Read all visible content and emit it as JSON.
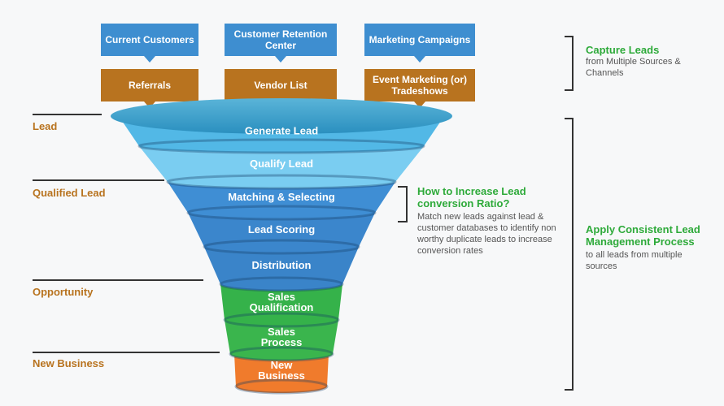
{
  "sources_top": [
    "Current Customers",
    "Customer Retention Center",
    "Marketing Campaigns"
  ],
  "sources_bottom": [
    "Referrals",
    "Vendor List",
    "Event Marketing (or) Tradeshows"
  ],
  "stages": [
    "Lead",
    "Qualified Lead",
    "Opportunity",
    "New Business"
  ],
  "funnel_steps": [
    {
      "label": "Generate Lead",
      "color": "#52b8e6"
    },
    {
      "label": "Qualify Lead",
      "color": "#7acdf1"
    },
    {
      "label": "Matching & Selecting",
      "color": "#3f8ed4"
    },
    {
      "label": "Lead Scoring",
      "color": "#3b86cc"
    },
    {
      "label": "Distribution",
      "color": "#3a84c9"
    },
    {
      "label": "Sales Qualification",
      "color": "#35b24a"
    },
    {
      "label": "Sales Process",
      "color": "#3ab54d"
    },
    {
      "label": "New Business",
      "color": "#f07b2c"
    }
  ],
  "capture": {
    "title": "Capture Leads",
    "text": "from Multiple Sources & Channels"
  },
  "conversion": {
    "title": "How to Increase Lead conversion Ratio?",
    "text": "Match new leads against lead & customer databases to identify non worthy duplicate leads to increase conversion rates"
  },
  "apply": {
    "title": "Apply Consistent Lead Management Process",
    "text": "to all leads from multiple sources"
  }
}
